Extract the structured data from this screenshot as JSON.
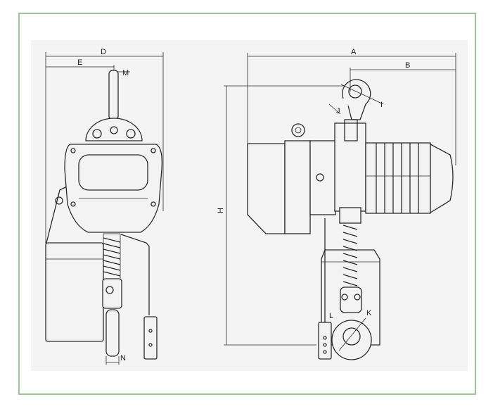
{
  "border_color": "#9cc49a",
  "front_view": {
    "labels": {
      "D": "D",
      "E": "E",
      "M": "M",
      "N": "N"
    }
  },
  "side_view": {
    "labels": {
      "A": "A",
      "B": "B",
      "I": "I",
      "J": "J",
      "H": "H",
      "L": "L",
      "K": "K"
    }
  }
}
